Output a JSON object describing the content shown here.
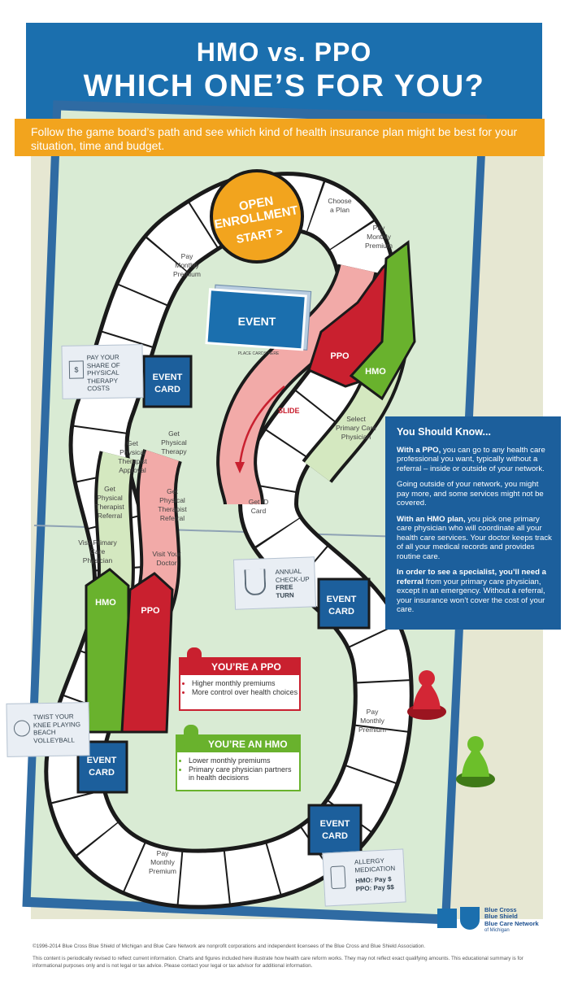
{
  "header": {
    "title_line1": "HMO vs. PPO",
    "title_line2": "WHICH ONE’S FOR YOU?"
  },
  "banner": {
    "text": "Follow the game board’s path and see which kind of health insurance plan might be best for your situation, time and budget."
  },
  "board": {
    "start_line1": "OPEN",
    "start_line2": "ENROLLMENT",
    "start_line3": "START >",
    "choose_plan_1": "Choose",
    "choose_plan_2": "a Plan",
    "pay1_1": "Pay",
    "pay1_2": "Monthly",
    "pay1_3": "Premium",
    "pay2_1": "Pay",
    "pay2_2": "Monthly",
    "pay2_3": "Premium",
    "pay3_1": "Pay",
    "pay3_2": "Monthly",
    "pay3_3": "Premium",
    "pay4_1": "Pay",
    "pay4_2": "Monthly",
    "pay4_3": "Premium",
    "event_center": "EVENT",
    "place_cards": "PLACE CARDS HERE",
    "ppo": "PPO",
    "hmo": "HMO",
    "slide": "SLIDE",
    "select_pcp_1": "Select",
    "select_pcp_2": "Primary Care",
    "select_pcp_3": "Physician",
    "get_id_1": "Get ID",
    "get_id_2": "Card",
    "event_card_1": "EVENT",
    "event_card_2": "CARD",
    "get_pt_1": "Get",
    "get_pt_2": "Physical",
    "get_pt_3": "Therapy",
    "get_pta_1": "Get",
    "get_pta_2": "Physical",
    "get_pta_3": "Therapist",
    "get_pta_4": "Approval",
    "get_ptr_1": "Get",
    "get_ptr_2": "Physical",
    "get_ptr_3": "Therapist",
    "get_ptr_4": "Referral",
    "visit_pcp_1": "Visit Primary",
    "visit_pcp_2": "Care",
    "visit_pcp_3": "Physician",
    "visit_doc_1": "Visit Your",
    "visit_doc_2": "Doctor"
  },
  "cards": {
    "pt_costs": [
      "PAY YOUR",
      "SHARE OF",
      "PHYSICAL",
      "THERAPY COSTS"
    ],
    "checkup": [
      "ANNUAL",
      "CHECK-UP",
      "FREE TURN"
    ],
    "volleyball": [
      "TWIST YOUR",
      "KNEE PLAYING",
      "BEACH",
      "VOLLEYBALL"
    ],
    "allergy": [
      "ALLERGY",
      "MEDICATION",
      "HMO: Pay $",
      "PPO: Pay $$"
    ]
  },
  "ppo_result": {
    "title": "YOU’RE A PPO",
    "items": [
      "Higher monthly premiums",
      "More control over health choices"
    ]
  },
  "hmo_result": {
    "title": "YOU’RE AN HMO",
    "items": [
      "Lower monthly premiums",
      "Primary care physician partners in health decisions"
    ]
  },
  "sidebar": {
    "title": "You Should Know...",
    "p1_bold": "With a PPO,",
    "p1_rest": " you can go to any health care professional you want, typically without a referral – inside or outside of your network.",
    "p2": "Going outside of your network, you might pay more, and some services might not be covered.",
    "p3_bold": "With an HMO plan,",
    "p3_rest": " you pick one primary care physician who will coordinate all your health care services. Your doctor keeps track of all your medical records and provides routine care.",
    "p4_bold": "In order to see a specialist, you’ll need a referral",
    "p4_rest": " from your primary care physician, except in an emergency. Without a referral, your insurance won’t cover the cost of your care."
  },
  "logo": {
    "line1": "Blue Cross",
    "line2": "Blue Shield",
    "line3": "Blue Care Network",
    "line4": "of Michigan"
  },
  "footer": {
    "copyright": "©1996-2014 Blue Cross Blue Shield of Michigan and Blue Care Network are nonprofit corporations and independent licensees of the Blue Cross and Blue Shield Association.",
    "disclaimer": "This content is periodically revised to reflect current information. Charts and figures included here illustrate how health care reform works. They may not reflect exact qualifying amounts. This educational summary is for informational purposes only and is not legal or tax advice. Please contact your legal or tax advisor for additional information."
  },
  "colors": {
    "blue": "#1b6fae",
    "dark_blue": "#1c5f9c",
    "orange": "#f2a41e",
    "red": "#c9202f",
    "green": "#69b22d",
    "pink": "#f2aaa8",
    "light_green": "#d4e8c0",
    "board_green": "#d8ead2"
  }
}
